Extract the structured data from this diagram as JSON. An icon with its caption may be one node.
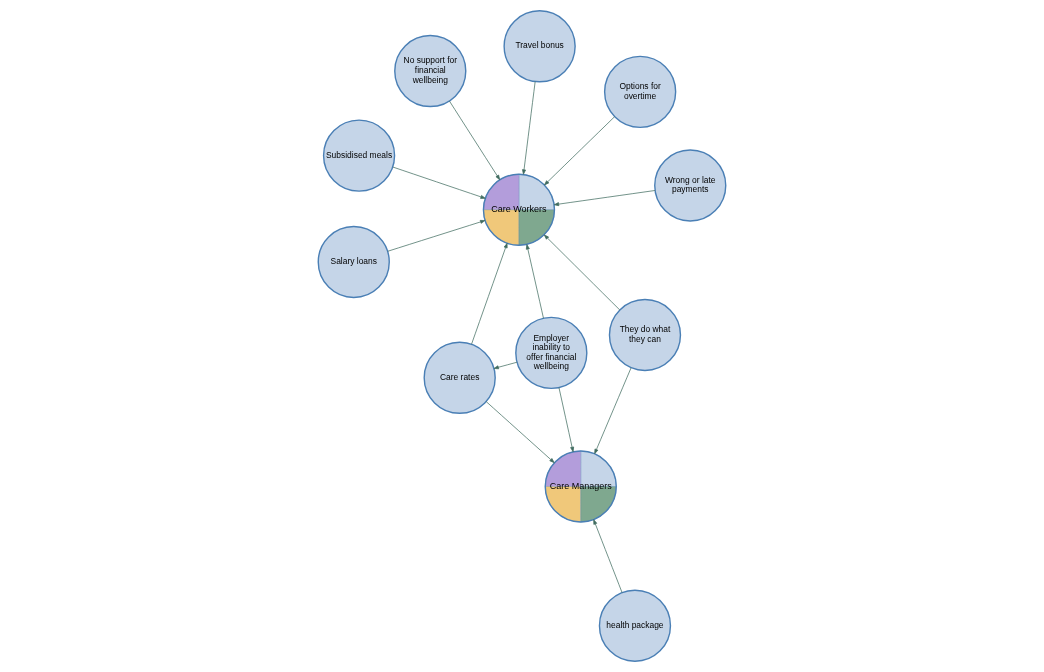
{
  "diagram": {
    "nodes": [
      {
        "text": [
          "Subsidised meals"
        ]
      },
      {
        "text": [
          "Options for overtime"
        ]
      },
      {
        "text": [
          "Employer inability to offer financial wellbeing"
        ]
      },
      {
        "text": [
          "Travel bonus"
        ]
      },
      {
        "text": [
          "Care Workers"
        ]
      },
      {
        "text": [
          "Care rates"
        ]
      },
      {
        "text": [
          "Care Managers"
        ]
      },
      {
        "text": [
          "health package"
        ]
      },
      {
        "text": [
          "Salary loans"
        ]
      },
      {
        "text": [
          "They do what they can"
        ]
      },
      {
        "text": [
          "Wrong or late payments"
        ]
      },
      {
        "text": [
          "No support for financial wellbeing"
        ]
      }
    ],
    "edges": [
      {
        "from": 0,
        "to": 4,
        "arrow": "to"
      },
      {
        "from": 1,
        "to": 4,
        "arrow": "to"
      },
      {
        "from": 2,
        "to": 4,
        "arrow": "to"
      },
      {
        "from": 2,
        "to": 5,
        "arrow": "to"
      },
      {
        "from": 2,
        "to": 6,
        "arrow": "to"
      },
      {
        "from": 3,
        "to": 4,
        "arrow": "to"
      },
      {
        "from": 5,
        "to": 4,
        "arrow": "to"
      },
      {
        "from": 5,
        "to": 6,
        "arrow": "to"
      },
      {
        "from": 7,
        "to": 6,
        "arrow": "to"
      },
      {
        "from": 8,
        "to": 4,
        "arrow": "to"
      },
      {
        "from": 9,
        "to": 4,
        "arrow": "to"
      },
      {
        "from": 9,
        "to": 6,
        "arrow": "to"
      },
      {
        "from": 10,
        "to": 4,
        "arrow": "to"
      },
      {
        "from": 11,
        "to": 4,
        "arrow": "to"
      }
    ]
  }
}
